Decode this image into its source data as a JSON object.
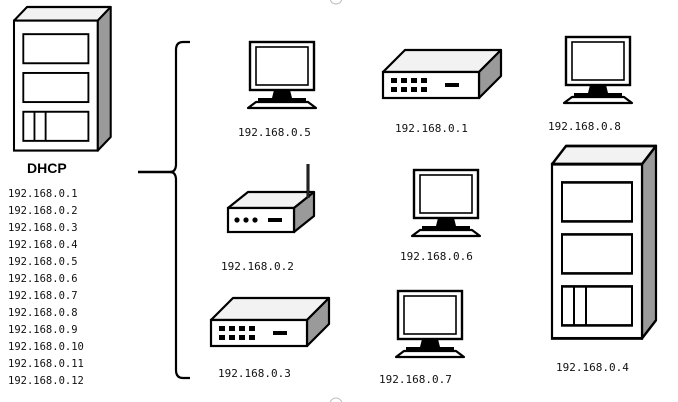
{
  "dhcp": {
    "label": "DHCP",
    "pool": [
      "192.168.0.1",
      "192.168.0.2",
      "192.168.0.3",
      "192.168.0.4",
      "192.168.0.5",
      "192.168.0.6",
      "192.168.0.7",
      "192.168.0.8",
      "192.168.0.9",
      "192.168.0.10",
      "192.168.0.11",
      "192.168.0.12"
    ]
  },
  "devices": {
    "monitor_a": "192.168.0.5",
    "switch_a": "192.168.0.1",
    "monitor_b": "192.168.0.8",
    "router": "192.168.0.2",
    "monitor_c": "192.168.0.6",
    "switch_b": "192.168.0.3",
    "monitor_d": "192.168.0.7",
    "server": "192.168.0.4"
  }
}
